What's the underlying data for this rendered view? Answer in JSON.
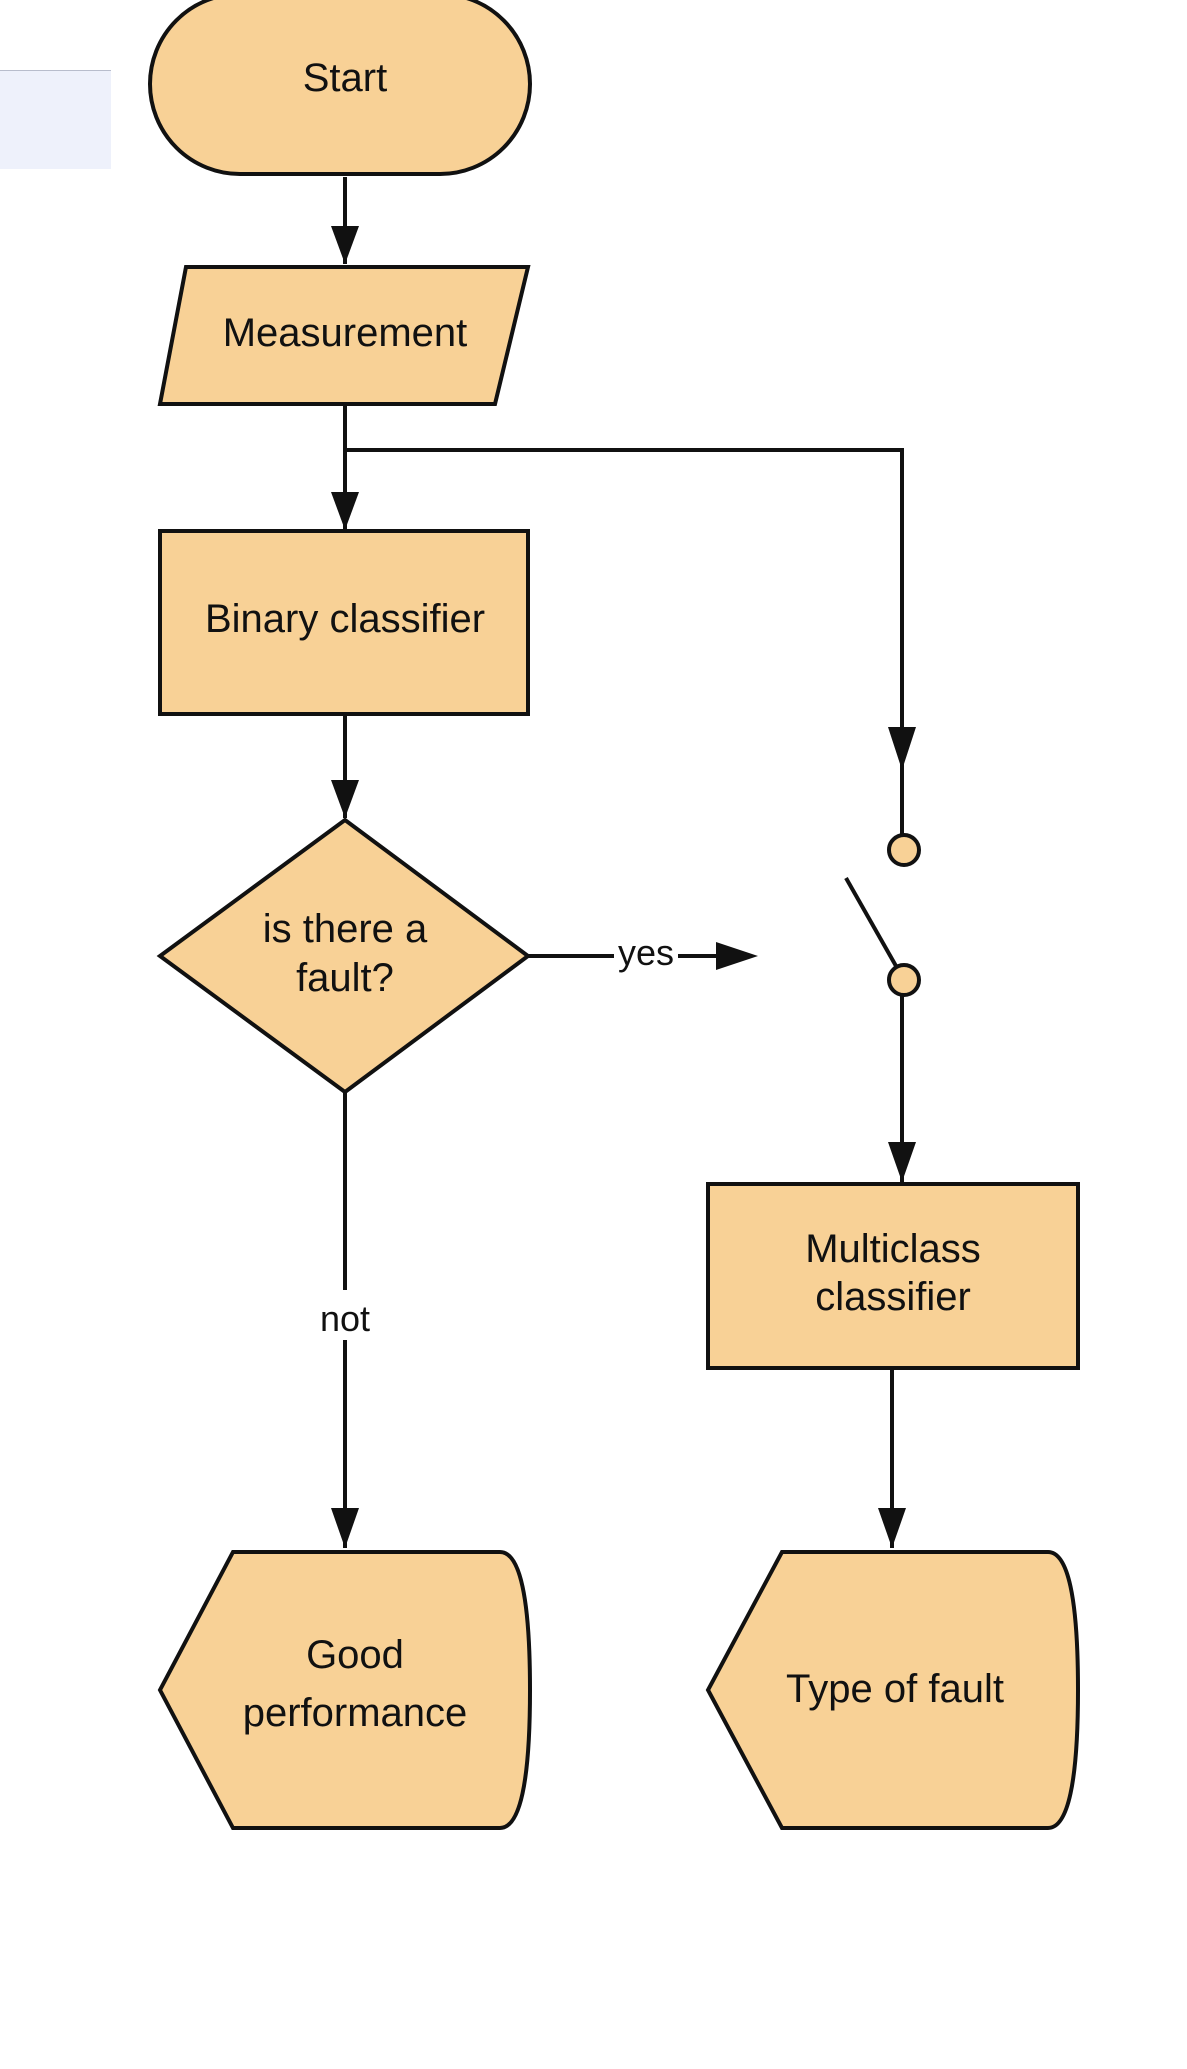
{
  "diagram": {
    "type": "flowchart",
    "colors": {
      "node_fill": "#f8d196",
      "stroke": "#111111",
      "panel": "#eef1fb"
    },
    "nodes": [
      {
        "id": "start",
        "shape": "terminator",
        "lines": [
          "Start"
        ]
      },
      {
        "id": "measurement",
        "shape": "data-parallelogram",
        "lines": [
          "Measurement"
        ]
      },
      {
        "id": "binary",
        "shape": "process-rectangle",
        "lines": [
          "Binary classifier"
        ]
      },
      {
        "id": "fault_decision",
        "shape": "decision-diamond",
        "lines": [
          "is there a",
          "fault?"
        ]
      },
      {
        "id": "multiclass",
        "shape": "process-rectangle",
        "lines": [
          "Multiclass",
          "classifier"
        ]
      },
      {
        "id": "good",
        "shape": "display",
        "lines": [
          "Good",
          "performance"
        ]
      },
      {
        "id": "type_fault",
        "shape": "display",
        "lines": [
          "Type of fault"
        ]
      }
    ],
    "edges": [
      {
        "from": "start",
        "to": "measurement",
        "label": ""
      },
      {
        "from": "measurement",
        "to": "binary",
        "label": ""
      },
      {
        "from": "measurement",
        "to": "switch",
        "label": ""
      },
      {
        "from": "fault_decision",
        "to": "switch",
        "label": "yes"
      },
      {
        "from": "switch",
        "to": "multiclass",
        "label": ""
      },
      {
        "from": "fault_decision",
        "to": "good",
        "label": "not"
      },
      {
        "from": "multiclass",
        "to": "type_fault",
        "label": ""
      }
    ],
    "switch": {
      "state": "open",
      "actuated_by": "fault_decision"
    }
  }
}
